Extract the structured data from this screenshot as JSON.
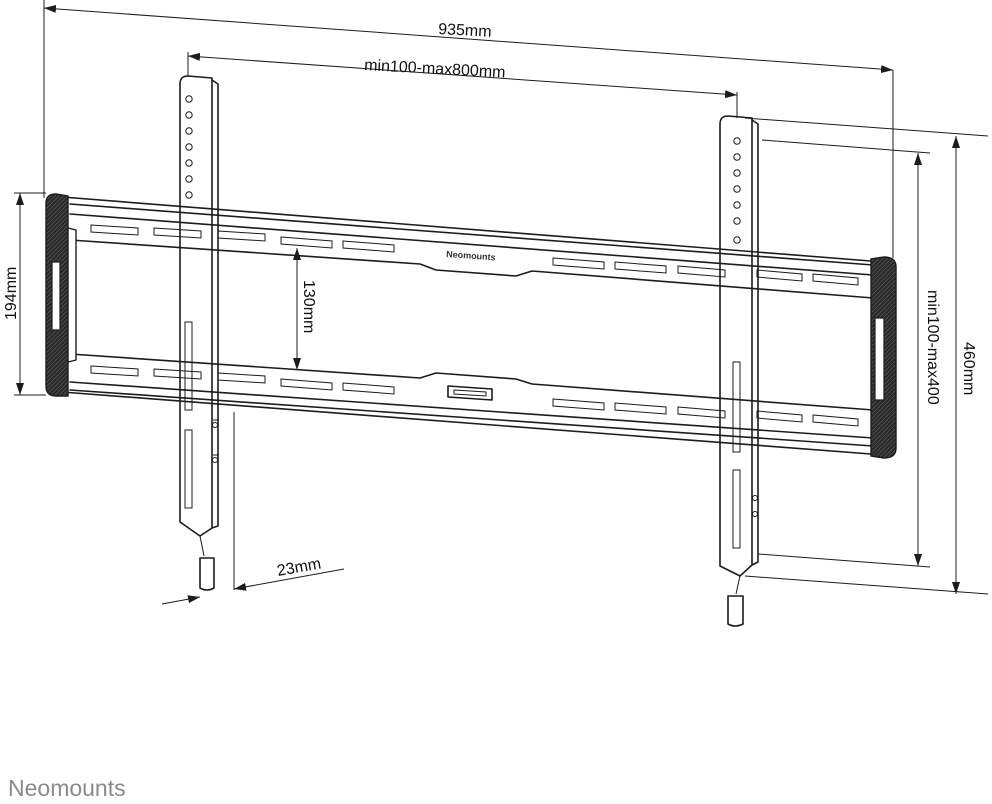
{
  "brand": {
    "logo_text": "Neomounts",
    "plate_text": "Neomounts"
  },
  "dimensions": {
    "total_width": "935mm",
    "vesa_width": "min100-max800mm",
    "rail_height": "194mm",
    "rail_spacing": "130mm",
    "vesa_height": "min100-max400",
    "total_height": "460mm",
    "wall_distance": "23mm"
  },
  "colors": {
    "line": "#1c1c1c",
    "pad": "#3a3a3a",
    "logo": "#8a8a8a"
  }
}
